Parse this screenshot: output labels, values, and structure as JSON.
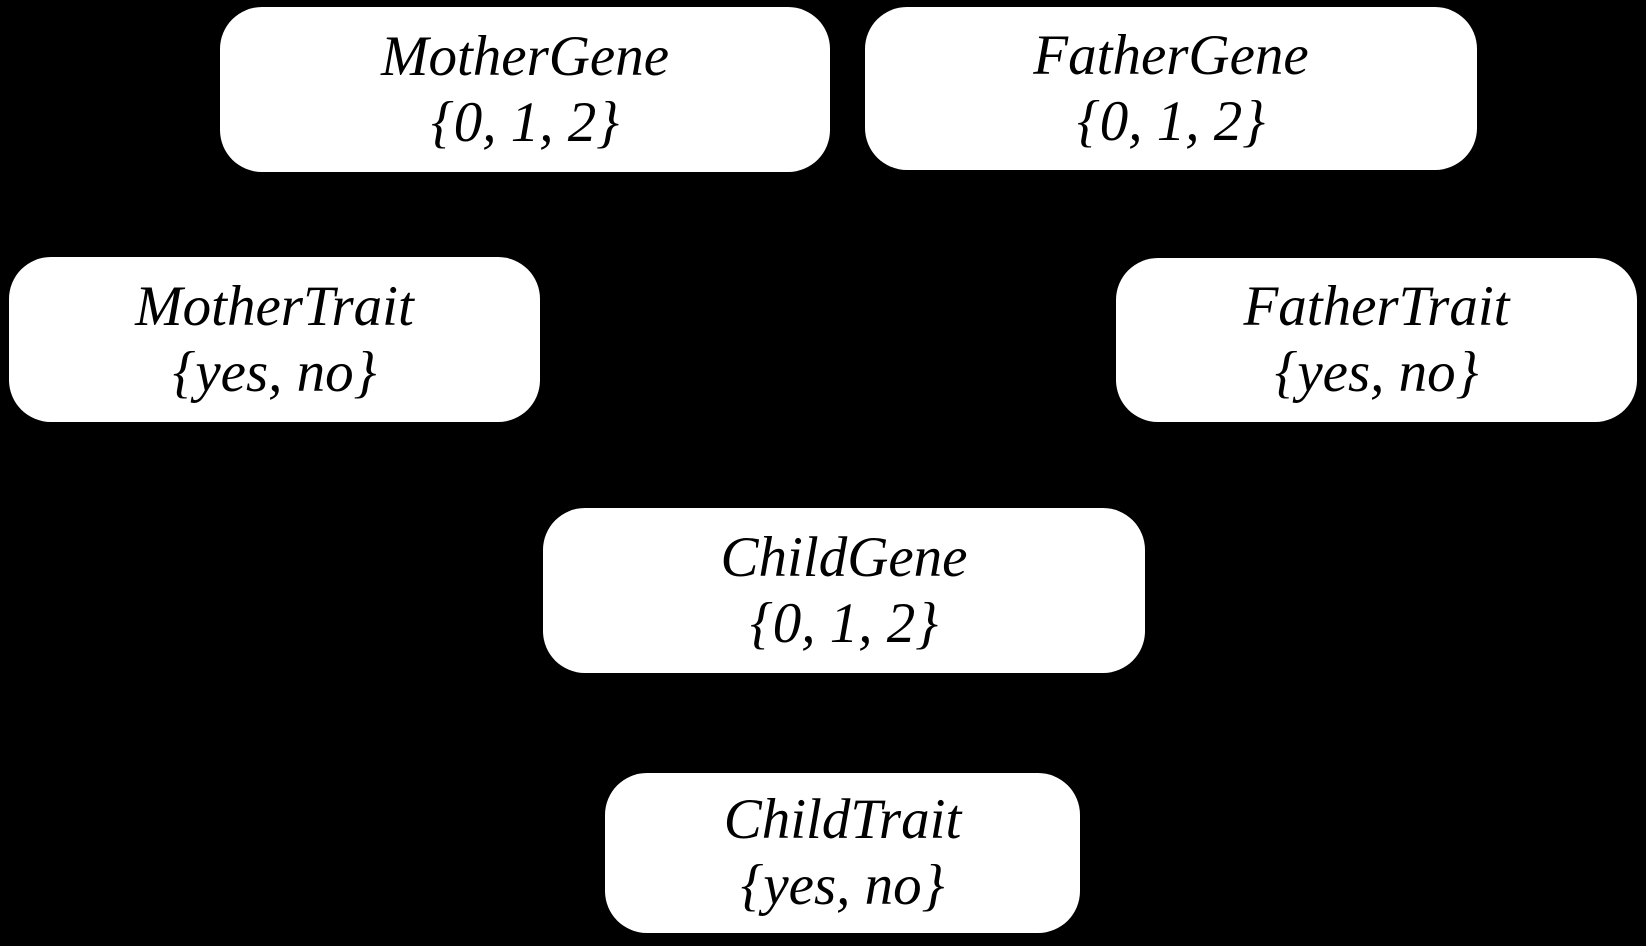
{
  "diagram": {
    "background_color": "#000000",
    "node_fill_color": "#ffffff",
    "node_text_color": "#000000"
  },
  "nodes": [
    {
      "id": "mother-gene",
      "label": "MotherGene",
      "values": "{0, 1, 2}"
    },
    {
      "id": "father-gene",
      "label": "FatherGene",
      "values": "{0, 1, 2}"
    },
    {
      "id": "mother-trait",
      "label": "MotherTrait",
      "values": "{yes, no}"
    },
    {
      "id": "father-trait",
      "label": "FatherTrait",
      "values": "{yes, no}"
    },
    {
      "id": "child-gene",
      "label": "ChildGene",
      "values": "{0, 1, 2}"
    },
    {
      "id": "child-trait",
      "label": "ChildTrait",
      "values": "{yes, no}"
    }
  ]
}
